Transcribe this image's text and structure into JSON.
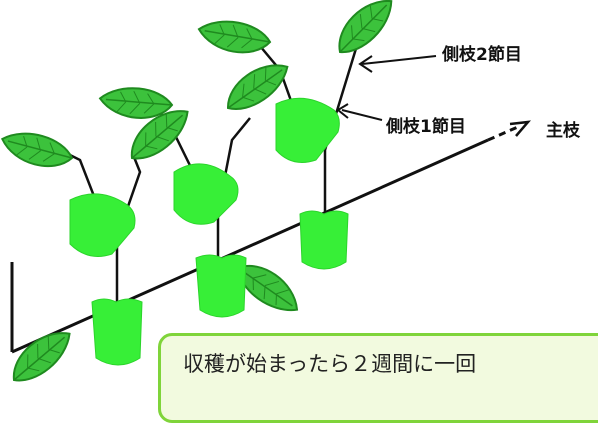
{
  "labels": {
    "side_node_2": "側枝2節目",
    "side_node_1": "側枝1節目",
    "main_stem": "主枝"
  },
  "callout": {
    "line1": "収穫が始まったら２週間に一回",
    "line2": ""
  },
  "colors": {
    "leaf": "#3cc23c",
    "leaf_dark": "#1f8a1f",
    "fruit": "#37ef37",
    "callout_border": "#7fd43a",
    "callout_bg": "#f2fadf"
  }
}
